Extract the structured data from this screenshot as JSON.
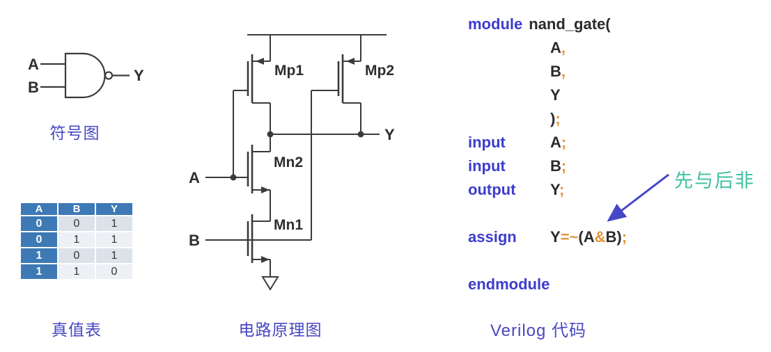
{
  "colors": {
    "accent_blue": "#3d79b5",
    "keyword_blue": "#3c3ccd",
    "punct_orange": "#e2943c",
    "caption_blue": "#4747c4",
    "annotation_green": "#3fc19f",
    "arrow_blue": "#4646c8"
  },
  "symbol_diagram": {
    "input_a": "A",
    "input_b": "B",
    "output": "Y",
    "caption": "符号图"
  },
  "truth_table": {
    "headers": [
      "A",
      "B",
      "Y"
    ],
    "rows": [
      [
        "0",
        "0",
        "1"
      ],
      [
        "0",
        "1",
        "1"
      ],
      [
        "1",
        "0",
        "1"
      ],
      [
        "1",
        "1",
        "0"
      ]
    ],
    "caption": "真值表"
  },
  "schematic": {
    "labels": {
      "mp1": "Mp1",
      "mp2": "Mp2",
      "mn2": "Mn2",
      "mn1": "Mn1",
      "input_a": "A",
      "input_b": "B",
      "output": "Y"
    },
    "caption": "电路原理图"
  },
  "verilog": {
    "caption": "Verilog 代码",
    "annotation": "先与后非",
    "lines": [
      {
        "keyword": "module",
        "inline": true,
        "rest": [
          [
            "nand_gate(",
            "id"
          ]
        ]
      },
      {
        "rest": [
          [
            "A",
            "id"
          ],
          [
            ",",
            "op"
          ]
        ]
      },
      {
        "rest": [
          [
            "B",
            "id"
          ],
          [
            ",",
            "op"
          ]
        ]
      },
      {
        "rest": [
          [
            "Y",
            "id"
          ]
        ]
      },
      {
        "rest": [
          [
            ")",
            "id"
          ],
          [
            ";",
            "op"
          ]
        ]
      },
      {
        "keyword": "input",
        "rest": [
          [
            "A",
            "id"
          ],
          [
            ";",
            "op"
          ]
        ]
      },
      {
        "keyword": "input",
        "rest": [
          [
            "B",
            "id"
          ],
          [
            ";",
            "op"
          ]
        ]
      },
      {
        "keyword": "output",
        "rest": [
          [
            "Y",
            "id"
          ],
          [
            ";",
            "op"
          ]
        ]
      },
      {
        "blank": true
      },
      {
        "keyword": "assign",
        "rest": [
          [
            "Y",
            "id"
          ],
          [
            "=~",
            "op"
          ],
          [
            "(A",
            "id"
          ],
          [
            "&",
            "op"
          ],
          [
            "B)",
            "id"
          ],
          [
            ";",
            "op"
          ]
        ]
      },
      {
        "blank": true
      },
      {
        "keyword": "endmodule",
        "rest": []
      }
    ]
  }
}
